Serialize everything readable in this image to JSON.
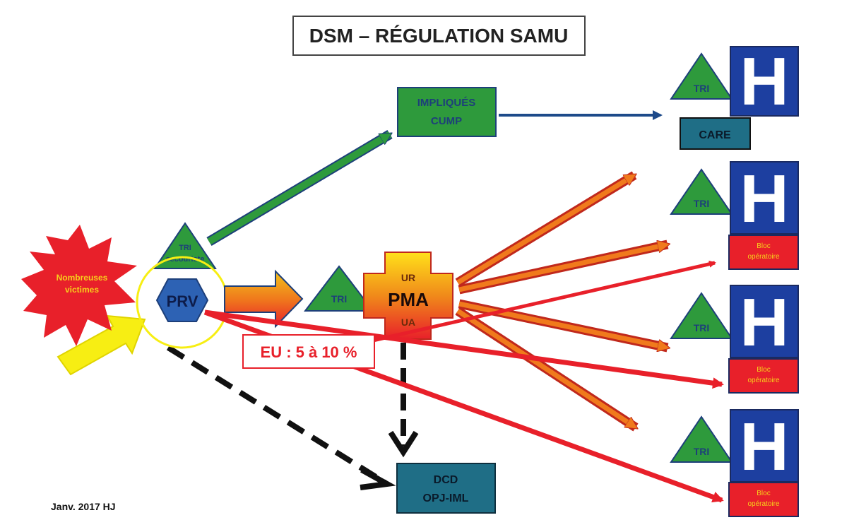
{
  "title": "DSM – RÉGULATION SAMU",
  "footer": "Janv. 2017 HJ",
  "event": {
    "line1": "Nombreuses",
    "line2": "victimes"
  },
  "tri_secouriste": {
    "line1": "TRI",
    "line2": "secouriste"
  },
  "prv": "PRV",
  "tri": "TRI",
  "pma": {
    "main": "PMA",
    "top": "UR",
    "bottom": "UA"
  },
  "eu_label": "EU : 5 à 10 %",
  "impliques": {
    "line1": "IMPLIQUÉS",
    "line2": "CUMP"
  },
  "dcd": {
    "line1": "DCD",
    "line2": "OPJ-IML"
  },
  "hospitals": [
    {
      "tri": "TRI",
      "letter": "H",
      "tag": "CARE"
    },
    {
      "tri": "TRI",
      "letter": "H",
      "tag_line1": "Bloc",
      "tag_line2": "opératoire"
    },
    {
      "tri": "TRI",
      "letter": "H",
      "tag_line1": "Bloc",
      "tag_line2": "opératoire"
    },
    {
      "tri": "TRI",
      "letter": "H",
      "tag_line1": "Bloc",
      "tag_line2": "opératoire"
    }
  ],
  "colors": {
    "red": "#e8202a",
    "green": "#2e9a3c",
    "blue_h": "#1d3fa0",
    "teal": "#1f6e86",
    "yellow": "#f7ee13",
    "prv_blue": "#2d62b4"
  }
}
